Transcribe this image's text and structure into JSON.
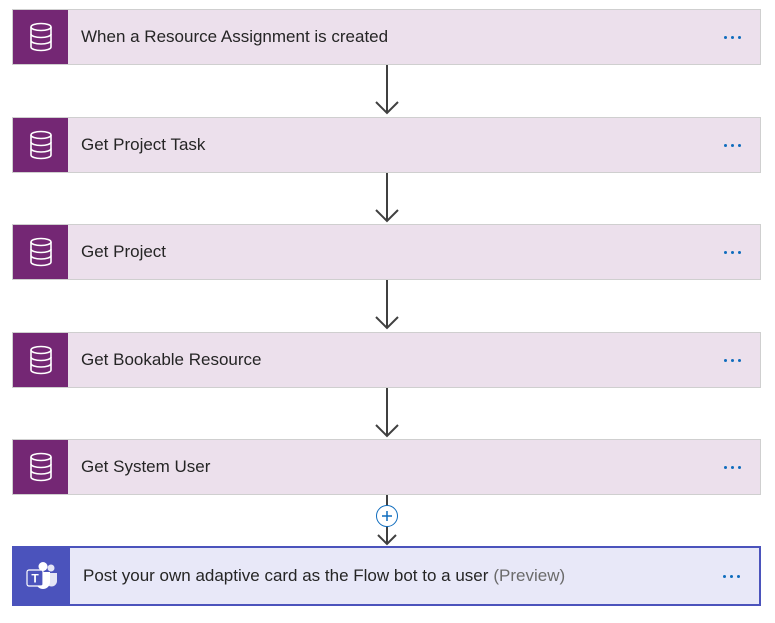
{
  "steps": [
    {
      "label": "When a Resource Assignment is created",
      "icon": "database-icon"
    },
    {
      "label": "Get Project Task",
      "icon": "database-icon"
    },
    {
      "label": "Get Project",
      "icon": "database-icon"
    },
    {
      "label": "Get Bookable Resource",
      "icon": "database-icon"
    },
    {
      "label": "Get System User",
      "icon": "database-icon"
    }
  ],
  "final_step": {
    "label": "Post your own adaptive card as the Flow bot to a user",
    "suffix": "(Preview)",
    "icon": "teams-icon"
  },
  "colors": {
    "dataverse_accent": "#742774",
    "dataverse_card": "#ece0ec",
    "teams_accent": "#4b53bc",
    "teams_card": "#e8e8f8",
    "more_dots": "#0f6cbd"
  }
}
